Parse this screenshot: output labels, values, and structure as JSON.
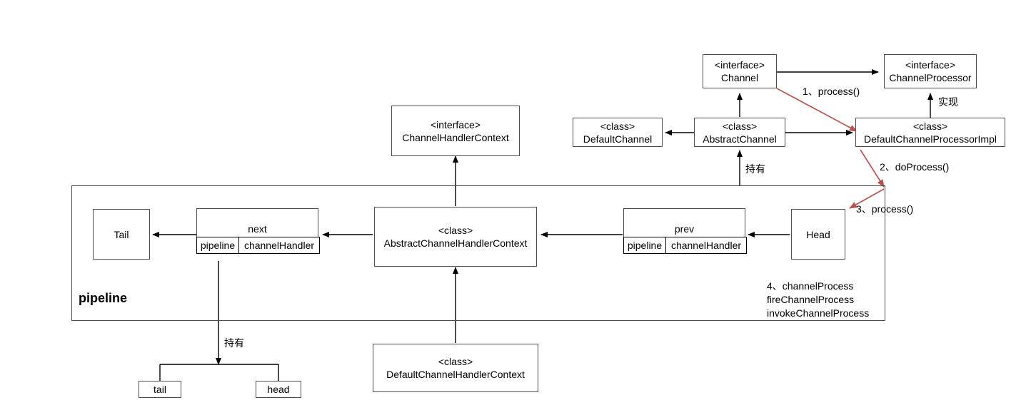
{
  "diagram": {
    "title": "Netty channel pipeline class diagram",
    "colors": {
      "node_border": "#4d4d4d",
      "edge": "#000000",
      "red_edge": "#b85450",
      "background": "#ffffff",
      "text": "#000000"
    },
    "nodes": {
      "channel": {
        "stereotype": "<interface>",
        "name": "Channel"
      },
      "channel_processor": {
        "stereotype": "<interface>",
        "name": "ChannelProcessor"
      },
      "channel_handler_context": {
        "stereotype": "<interface>",
        "name": "ChannelHandlerContext"
      },
      "default_channel": {
        "stereotype": "<class>",
        "name": "DefaultChannel"
      },
      "abstract_channel": {
        "stereotype": "<class>",
        "name": "AbstractChannel"
      },
      "default_channel_processor_impl": {
        "stereotype": "<class>",
        "name": "DefaultChannelProcessorImpl"
      },
      "abstract_channel_handler_context": {
        "stereotype": "<class>",
        "name": "AbstractChannelHandlerContext"
      },
      "default_channel_handler_context": {
        "stereotype": "<class>",
        "name": "DefaultChannelHandlerContext"
      },
      "tail_node": {
        "name": "Tail"
      },
      "head_node": {
        "name": "Head"
      },
      "next_node": {
        "name": "next",
        "cells": [
          "pipeline",
          "channelHandler"
        ]
      },
      "prev_node": {
        "name": "prev",
        "cells": [
          "pipeline",
          "channelHandler"
        ]
      },
      "tail_field": {
        "name": "tail"
      },
      "head_field": {
        "name": "head"
      }
    },
    "group": {
      "label": "pipeline"
    },
    "edge_labels": {
      "step1": "1、process()",
      "step2": "2、doProcess()",
      "step3": "3、process()",
      "step4_line1": "4、channelProcess",
      "step4_line2": "fireChannelProcess",
      "step4_line3": "invokeChannelProcess",
      "implements": "实现",
      "holds_channel": "持有",
      "holds_pipeline": "持有"
    }
  }
}
